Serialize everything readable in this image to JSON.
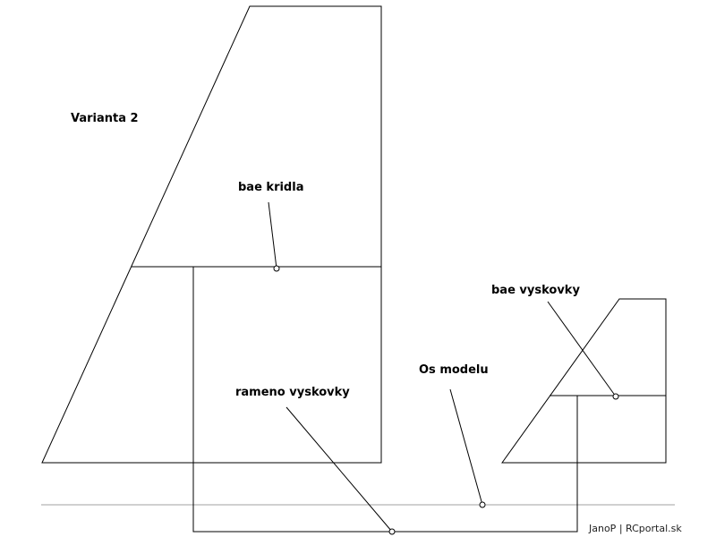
{
  "labels": {
    "variant": "Varianta 2",
    "wing_base": "bae kridla",
    "elevator_base": "bae vyskovky",
    "model_axis": "Os modelu",
    "elevator_arm": "rameno vyskovky"
  },
  "credit": "JanoP | RCportal.sk",
  "colors": {
    "lines": "#000000",
    "axis": "#a0a0a0",
    "background": "#ffffff"
  }
}
